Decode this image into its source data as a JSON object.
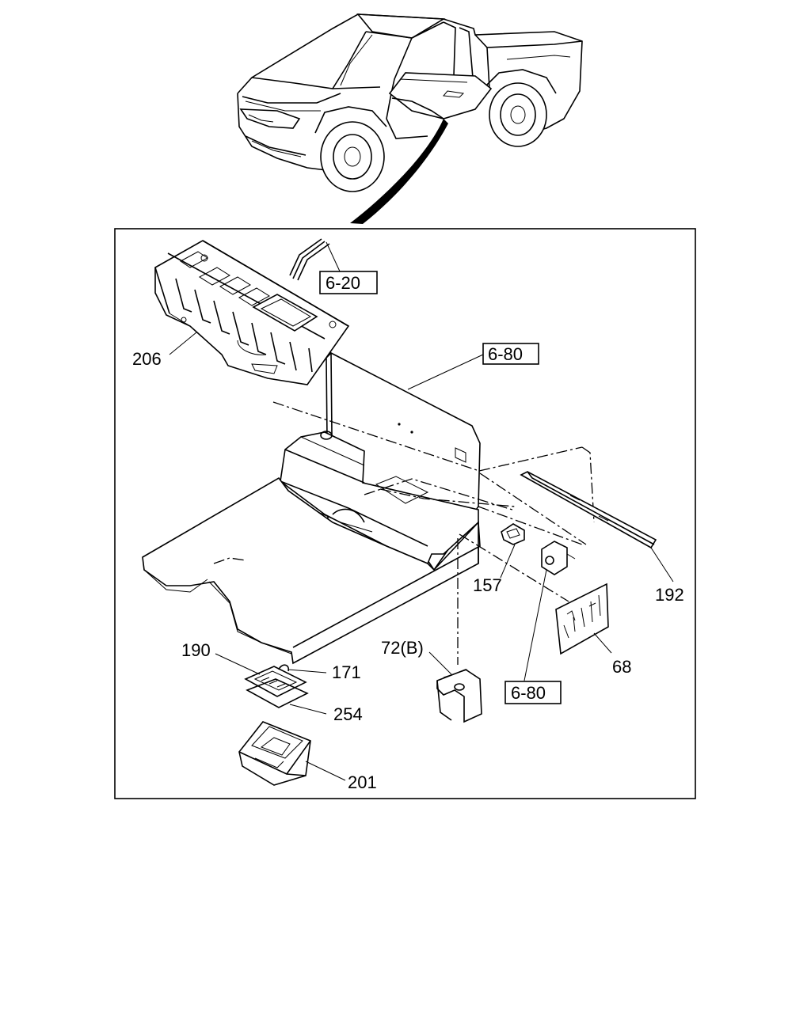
{
  "diagram": {
    "callouts": {
      "c206": "206",
      "c157": "157",
      "c192": "192",
      "c190": "190",
      "c171": "171",
      "c72b": "72(B)",
      "c68": "68",
      "c254": "254",
      "c201": "201"
    },
    "references": {
      "r620": "6-20",
      "r680_top": "6-80",
      "r680_bottom": "6-80"
    }
  }
}
